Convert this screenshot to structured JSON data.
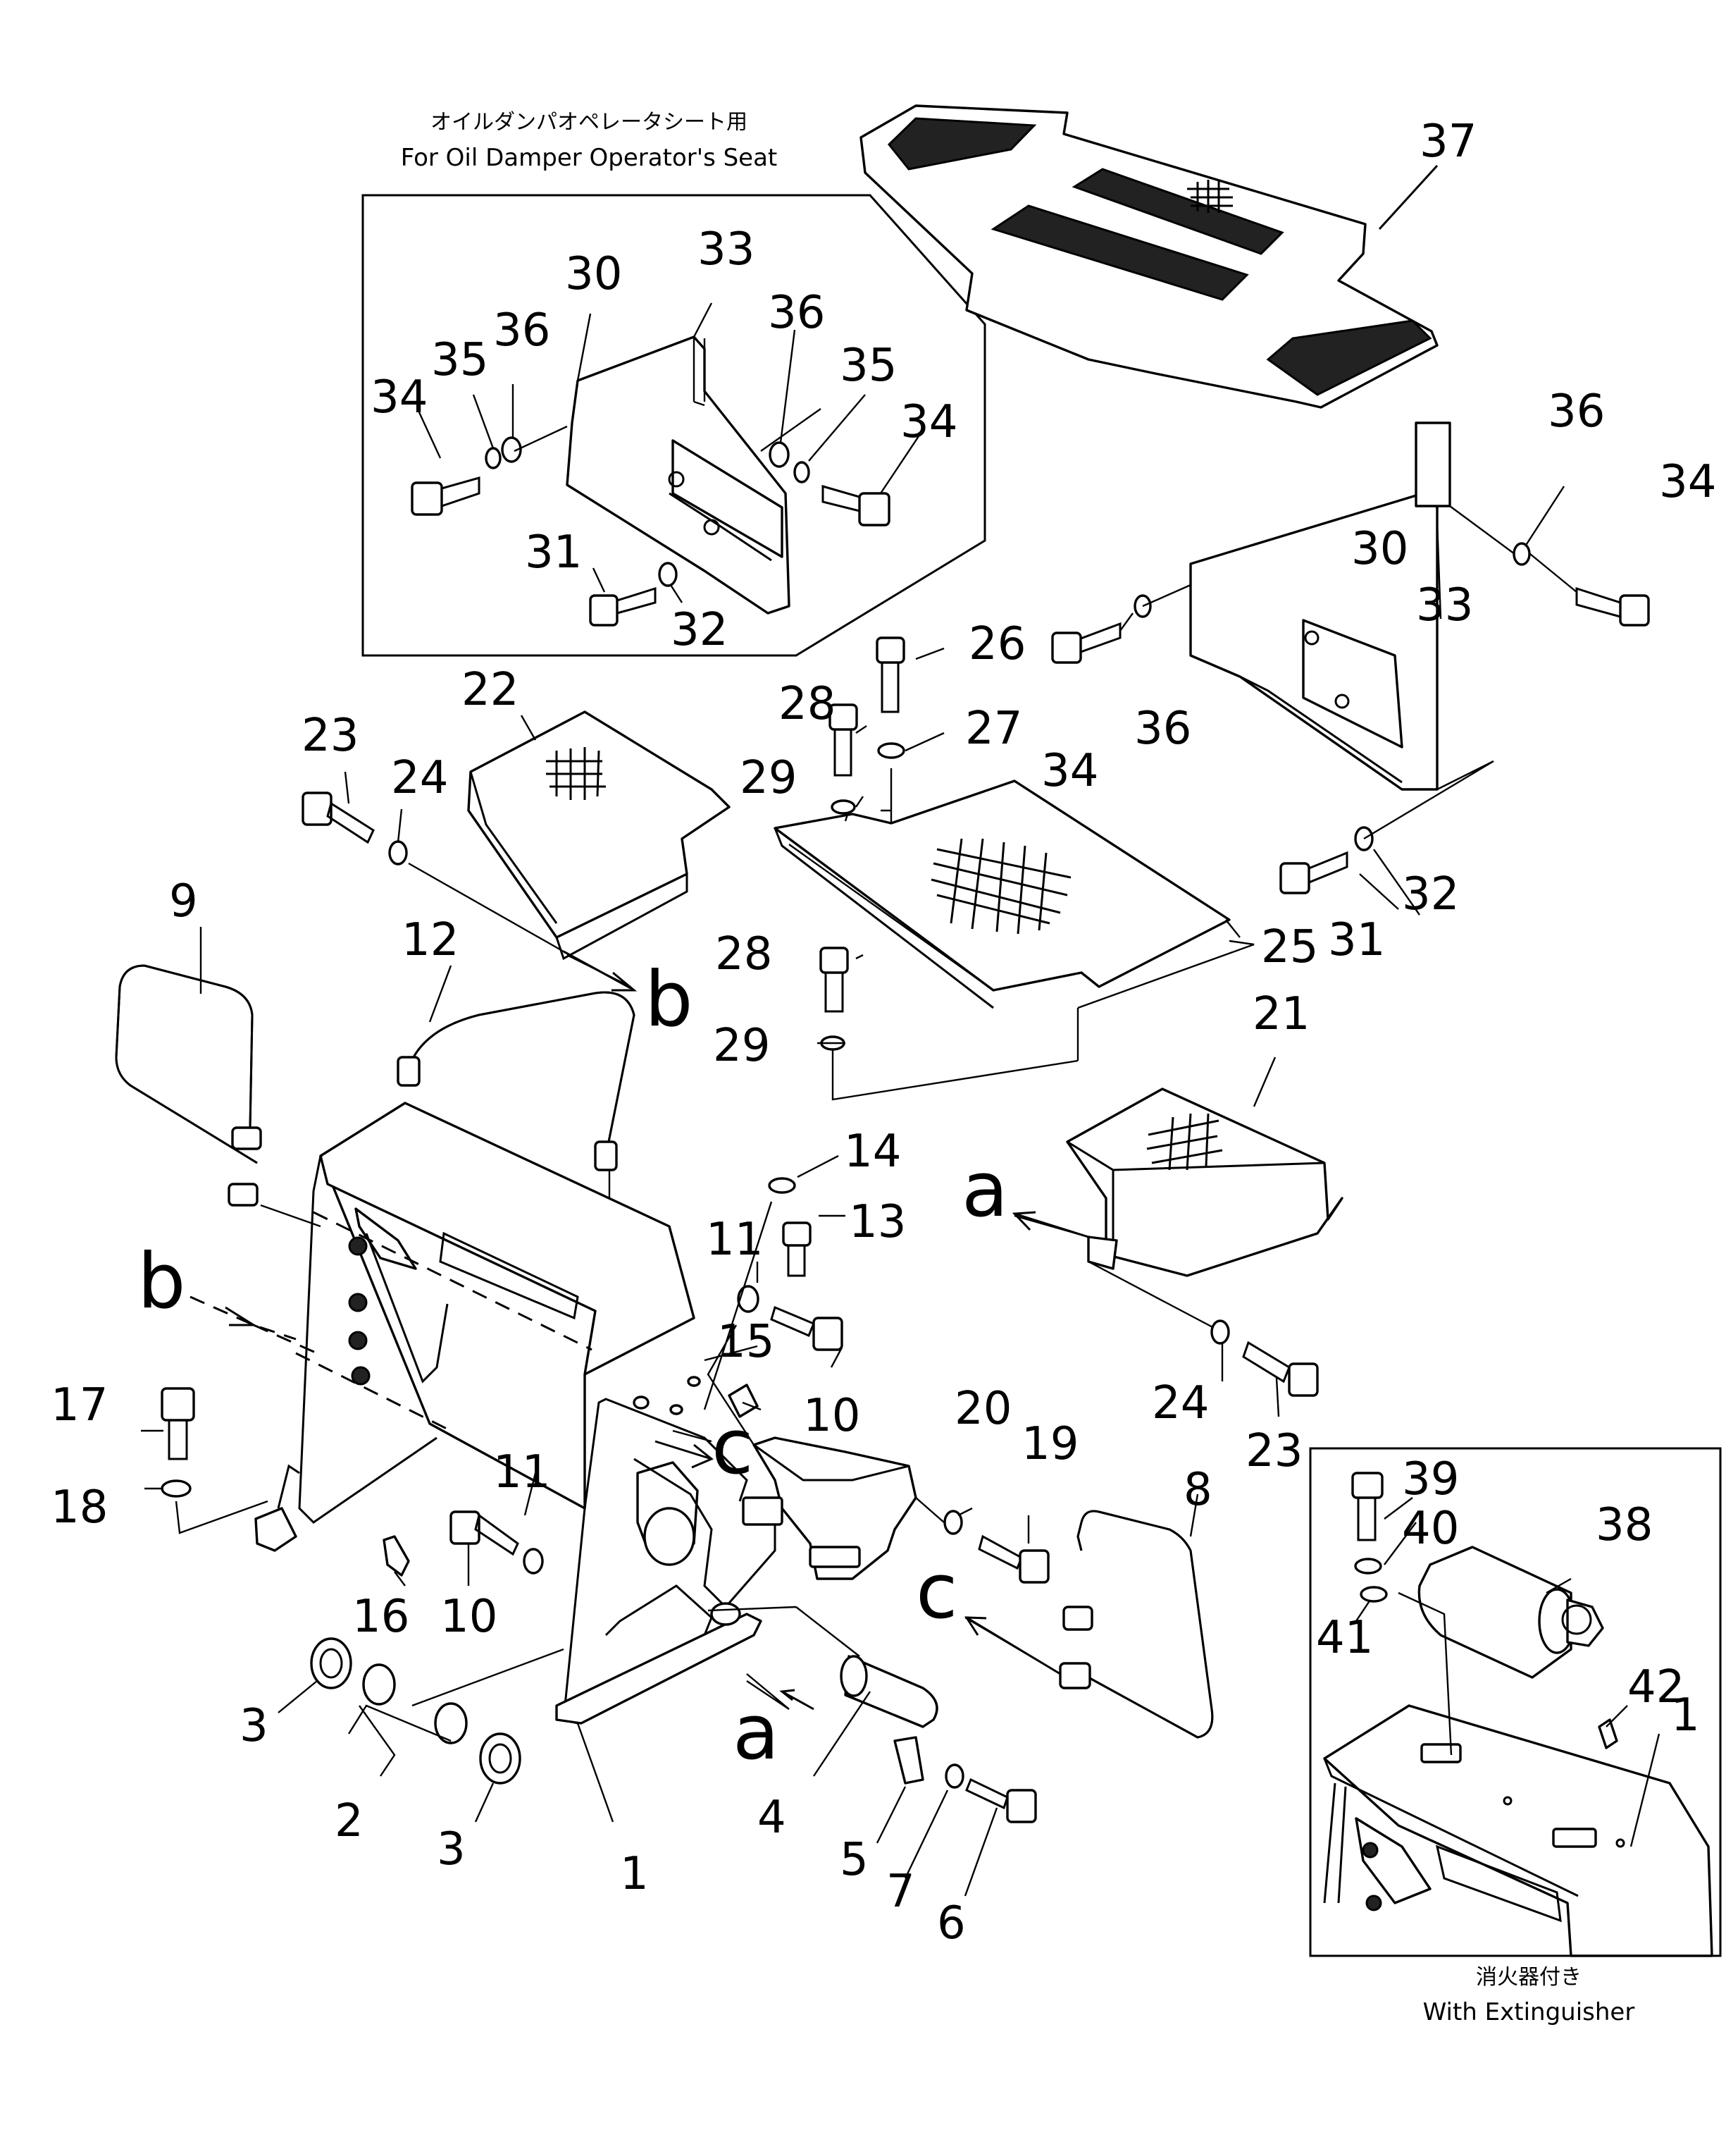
{
  "captions": {
    "oil_damper_jp": "オイルダンパオペレータシート用",
    "oil_damper_en": "For Oil Damper Operator's Seat",
    "extinguisher_jp": "消火器付き",
    "extinguisher_en": "With Extinguisher"
  },
  "ref_letters": {
    "a": "a",
    "b": "b",
    "c": "c"
  },
  "callouts": {
    "p1": "1",
    "p2": "2",
    "p3": "3",
    "p4": "4",
    "p5": "5",
    "p6": "6",
    "p7": "7",
    "p8": "8",
    "p9": "9",
    "p10": "10",
    "p11": "11",
    "p12": "12",
    "p13": "13",
    "p14": "14",
    "p15": "15",
    "p16": "16",
    "p17": "17",
    "p18": "18",
    "p19": "19",
    "p20": "20",
    "p21": "21",
    "p22": "22",
    "p23": "23",
    "p24": "24",
    "p25": "25",
    "p26": "26",
    "p27": "27",
    "p28": "28",
    "p29": "29",
    "p30": "30",
    "p31": "31",
    "p32": "32",
    "p33": "33",
    "p34": "34",
    "p35": "35",
    "p36": "36",
    "p37": "37",
    "p38": "38",
    "p39": "39",
    "p40": "40",
    "p41": "41",
    "p42": "42"
  }
}
